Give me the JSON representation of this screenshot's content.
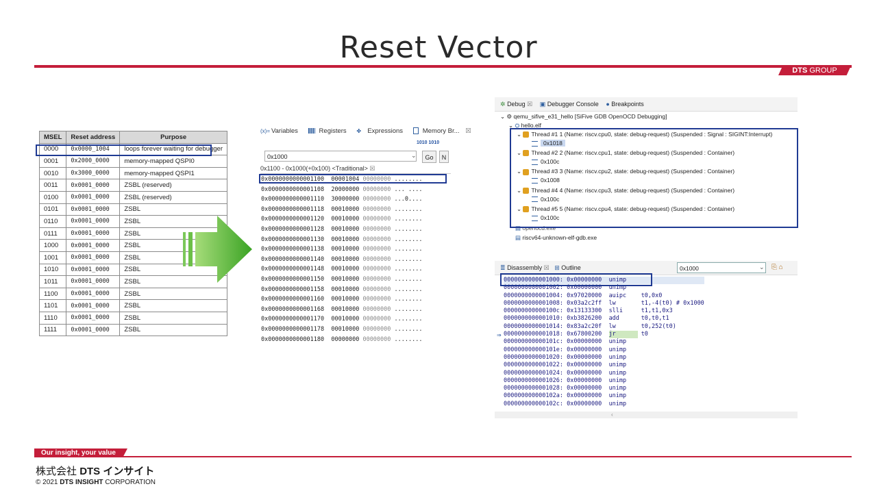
{
  "slide": {
    "title": "Reset Vector",
    "brand_tag_bold": "DTS",
    "brand_tag_light": " GROUP",
    "colors": {
      "accent": "#c41e3a",
      "highlight_box": "#1f3a93",
      "arrow_green": "#55b82f"
    }
  },
  "msel_table": {
    "headers": [
      "MSEL",
      "Reset address",
      "Purpose"
    ],
    "rows": [
      [
        "0000",
        "0x0000_1004",
        "loops forever waiting for debugger"
      ],
      [
        "0001",
        "0x2000_0000",
        "memory-mapped QSPI0"
      ],
      [
        "0010",
        "0x3000_0000",
        "memory-mapped QSPI1"
      ],
      [
        "0011",
        "0x0001_0000",
        "ZSBL (reserved)"
      ],
      [
        "0100",
        "0x0001_0000",
        "ZSBL (reserved)"
      ],
      [
        "0101",
        "0x0001_0000",
        "ZSBL"
      ],
      [
        "0110",
        "0x0001_0000",
        "ZSBL"
      ],
      [
        "0111",
        "0x0001_0000",
        "ZSBL"
      ],
      [
        "1000",
        "0x0001_0000",
        "ZSBL"
      ],
      [
        "1001",
        "0x0001_0000",
        "ZSBL"
      ],
      [
        "1010",
        "0x0001_0000",
        "ZSBL"
      ],
      [
        "1011",
        "0x0001_0000",
        "ZSBL"
      ],
      [
        "1100",
        "0x0001_0000",
        "ZSBL"
      ],
      [
        "1101",
        "0x0001_0000",
        "ZSBL"
      ],
      [
        "1110",
        "0x0001_0000",
        "ZSBL"
      ],
      [
        "1111",
        "0x0001_0000",
        "ZSBL"
      ]
    ]
  },
  "memory_view": {
    "tabs": [
      "Variables",
      "Registers",
      "Expressions",
      "Memory Br..."
    ],
    "toolbar_icons": [
      "1010",
      "1010"
    ],
    "address_input": "0x1000",
    "go_label": "Go",
    "n_label": "N",
    "subtab": "0x1100 - 0x1000(+0x100) <Traditional>",
    "rows": [
      [
        "0x0000000000001100",
        "00001004",
        "00000000",
        "........"
      ],
      [
        "0x0000000000001108",
        "20000000",
        "00000000",
        "... ...."
      ],
      [
        "0x0000000000001110",
        "30000000",
        "00000000",
        "...0...."
      ],
      [
        "0x0000000000001118",
        "00010000",
        "00000000",
        "........"
      ],
      [
        "0x0000000000001120",
        "00010000",
        "00000000",
        "........"
      ],
      [
        "0x0000000000001128",
        "00010000",
        "00000000",
        "........"
      ],
      [
        "0x0000000000001130",
        "00010000",
        "00000000",
        "........"
      ],
      [
        "0x0000000000001138",
        "00010000",
        "00000000",
        "........"
      ],
      [
        "0x0000000000001140",
        "00010000",
        "00000000",
        "........"
      ],
      [
        "0x0000000000001148",
        "00010000",
        "00000000",
        "........"
      ],
      [
        "0x0000000000001150",
        "00010000",
        "00000000",
        "........"
      ],
      [
        "0x0000000000001158",
        "00010000",
        "00000000",
        "........"
      ],
      [
        "0x0000000000001160",
        "00010000",
        "00000000",
        "........"
      ],
      [
        "0x0000000000001168",
        "00010000",
        "00000000",
        "........"
      ],
      [
        "0x0000000000001170",
        "00010000",
        "00000000",
        "........"
      ],
      [
        "0x0000000000001178",
        "00010000",
        "00000000",
        "........"
      ],
      [
        "0x0000000000001180",
        "00000000",
        "00000000",
        "........"
      ]
    ]
  },
  "debug_view": {
    "tabs": [
      "Debug",
      "Debugger Console",
      "Breakpoints"
    ],
    "session": "qemu_sifive_e31_hello [SiFive GDB OpenOCD Debugging]",
    "elf": "hello.elf",
    "threads": [
      {
        "label": "Thread #1 1 (Name: riscv.cpu0, state: debug-request) (Suspended : Signal : SIGINT:Interrupt)",
        "frame": "0x1018"
      },
      {
        "label": "Thread #2 2 (Name: riscv.cpu1, state: debug-request) (Suspended : Container)",
        "frame": "0x100c"
      },
      {
        "label": "Thread #3 3 (Name: riscv.cpu2, state: debug-request) (Suspended : Container)",
        "frame": "0x1008"
      },
      {
        "label": "Thread #4 4 (Name: riscv.cpu3, state: debug-request) (Suspended : Container)",
        "frame": "0x100c"
      },
      {
        "label": "Thread #5 5 (Name: riscv.cpu4, state: debug-request) (Suspended : Container)",
        "frame": "0x100c"
      }
    ],
    "openocd": "openocd.exe",
    "gdb": "riscv64-unknown-elf-gdb.exe"
  },
  "disassembly": {
    "tabs": [
      "Disassembly",
      "Outline"
    ],
    "address_input": "0x1000",
    "rows": [
      [
        "0000000000001000:",
        "0x00000000",
        "unimp",
        ""
      ],
      [
        "0000000000001002:",
        "0x00000000",
        "unimp",
        ""
      ],
      [
        "0000000000001004:",
        "0x97020000",
        "auipc",
        "t0,0x0"
      ],
      [
        "0000000000001008:",
        "0x03a2c2ff",
        "lw",
        "t1,-4(t0) # 0x1000"
      ],
      [
        "000000000000100c:",
        "0x13133300",
        "slli",
        "t1,t1,0x3"
      ],
      [
        "0000000000001010:",
        "0xb3826200",
        "add",
        "t0,t0,t1"
      ],
      [
        "0000000000001014:",
        "0x83a2c20f",
        "lw",
        "t0,252(t0)"
      ],
      [
        "0000000000001018:",
        "0x67800200",
        "jr",
        "t0"
      ],
      [
        "000000000000101c:",
        "0x00000000",
        "unimp",
        ""
      ],
      [
        "000000000000101e:",
        "0x00000000",
        "unimp",
        ""
      ],
      [
        "0000000000001020:",
        "0x00000000",
        "unimp",
        ""
      ],
      [
        "0000000000001022:",
        "0x00000000",
        "unimp",
        ""
      ],
      [
        "0000000000001024:",
        "0x00000000",
        "unimp",
        ""
      ],
      [
        "0000000000001026:",
        "0x00000000",
        "unimp",
        ""
      ],
      [
        "0000000000001028:",
        "0x00000000",
        "unimp",
        ""
      ],
      [
        "000000000000102a:",
        "0x00000000",
        "unimp",
        ""
      ],
      [
        "000000000000102c:",
        "0x00000000",
        "unimp",
        ""
      ]
    ],
    "current_row_index": 7
  },
  "footer": {
    "tagline": "Our insight, your value",
    "company_jp_prefix": "株式会社",
    "company_jp_name": "DTS インサイト",
    "copyright_prefix": "© 2021",
    "copyright_bold": "DTS INSIGHT",
    "copyright_suffix": "CORPORATION"
  }
}
